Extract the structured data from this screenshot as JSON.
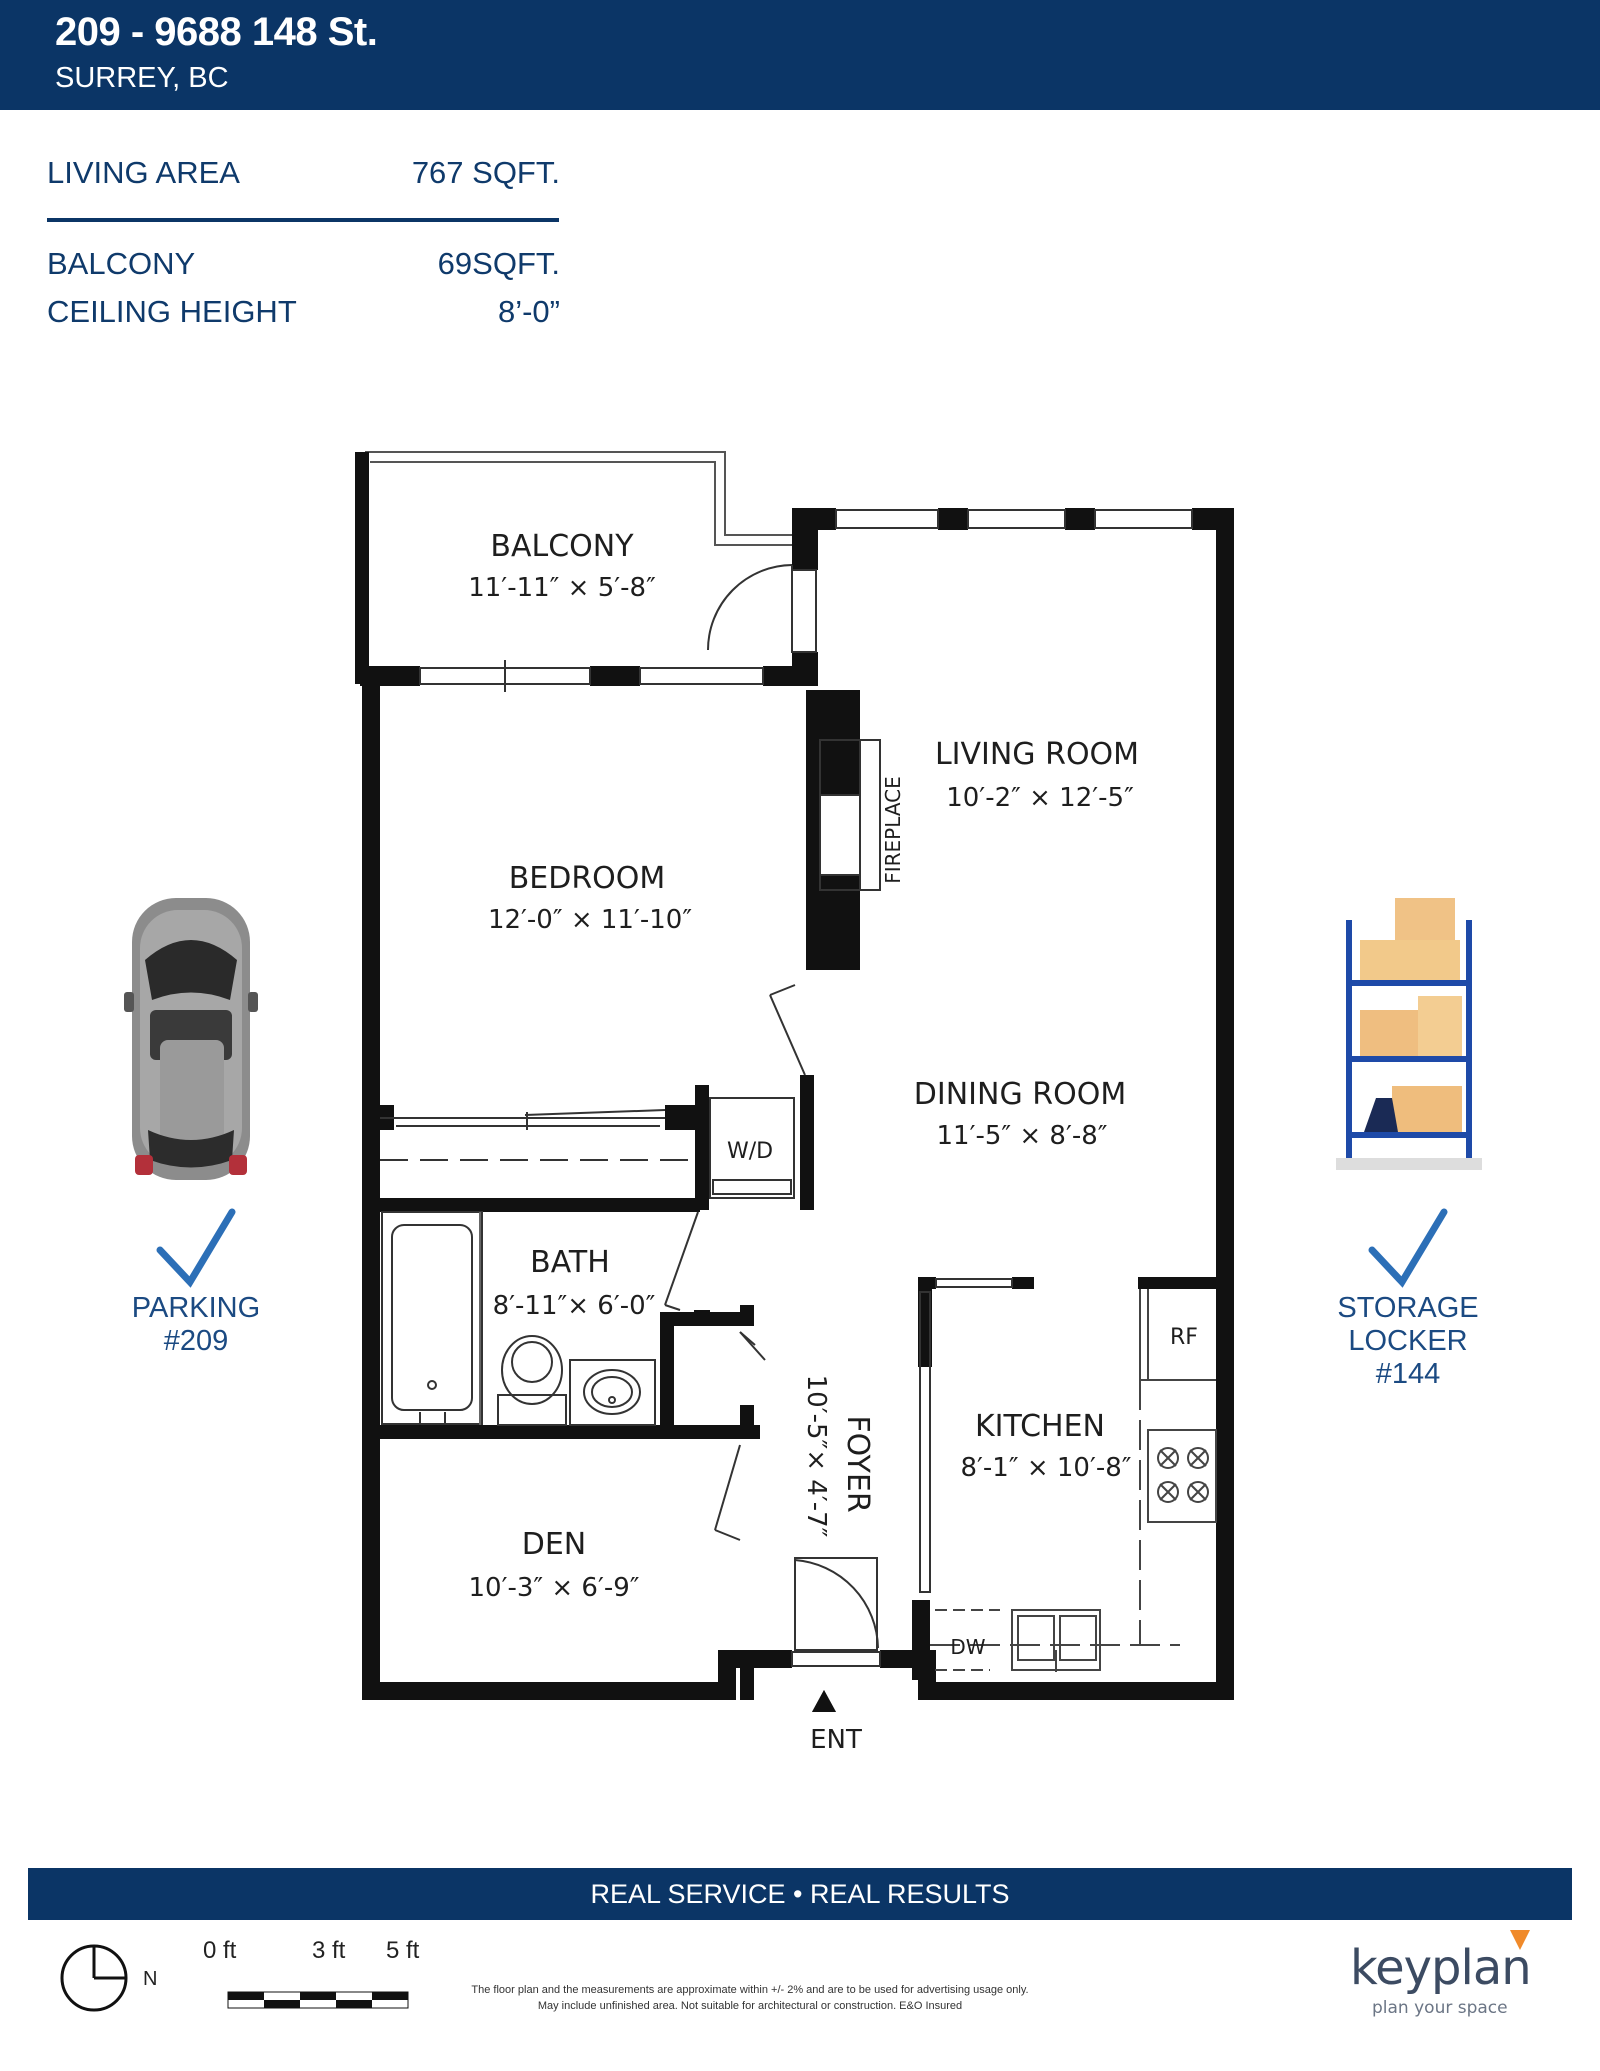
{
  "header": {
    "address": "209 - 9688 148 St.",
    "city": "SURREY, BC"
  },
  "stats": {
    "living_area_label": "LIVING AREA",
    "living_area_value": "767 SQFT.",
    "balcony_label": "BALCONY",
    "balcony_value": "69SQFT.",
    "ceiling_label": "CEILING HEIGHT",
    "ceiling_value": "8’-0”"
  },
  "rooms": {
    "balcony": {
      "name": "BALCONY",
      "dims": "11′-11″  ×  5′-8″"
    },
    "living": {
      "name": "LIVING ROOM",
      "dims": "10′-2″  ×  12′-5″"
    },
    "bedroom": {
      "name": "BEDROOM",
      "dims": "12′-0″  ×  11′-10″"
    },
    "dining": {
      "name": "DINING ROOM",
      "dims": "11′-5″  ×  8′-8″"
    },
    "bath": {
      "name": "BATH",
      "dims": "8′-11″× 6′-0″"
    },
    "kitchen": {
      "name": "KITCHEN",
      "dims": "8′-1″ × 10′-8″"
    },
    "den": {
      "name": "DEN",
      "dims": "10′-3″  ×  6′-9″"
    },
    "foyer": {
      "name": "FOYER",
      "dims": "10′-5″× 4′-7″"
    }
  },
  "fixtures": {
    "fireplace": "FIREPLACE",
    "washer_dryer": "W/D",
    "fridge": "RF",
    "dishwasher": "DW",
    "entry": "ENT"
  },
  "parking": {
    "label": "PARKING",
    "number": "#209"
  },
  "storage": {
    "label_1": "STORAGE",
    "label_2": "LOCKER",
    "number": "#144"
  },
  "footer": {
    "band": "REAL SERVICE • REAL RESULTS",
    "scale_0": "0 ft",
    "scale_3": "3 ft",
    "scale_5": "5 ft",
    "compass": "N",
    "disclaimer_1": "The floor plan and the measurements are approximate within +/- 2% and are to be used for advertising usage only.",
    "disclaimer_2": "May include unfinished area. Not suitable for architectural or construction. E&O Insured",
    "logo": "keyplan",
    "tagline": "plan your space"
  },
  "colors": {
    "navy": "#0b3566",
    "check_blue": "#2c6fb7",
    "wall": "#111111"
  }
}
